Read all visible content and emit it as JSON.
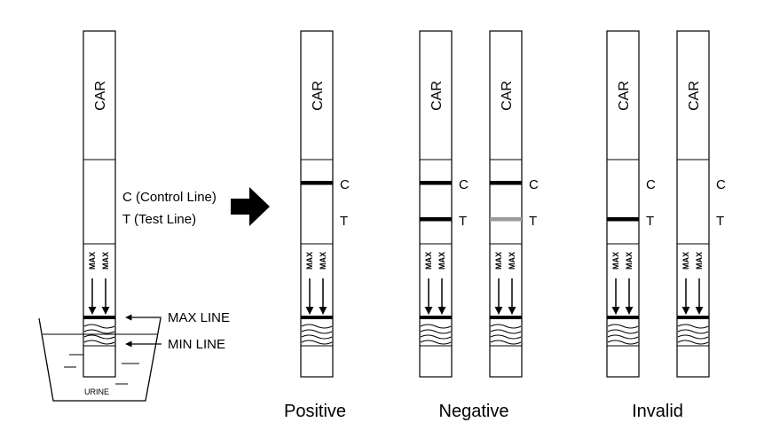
{
  "strip": {
    "brand": "CAR",
    "max_mark": "MAX"
  },
  "labels": {
    "control_line": "C (Control Line)",
    "test_line": "T (Test Line)",
    "max_line": "MAX LINE",
    "min_line": "MIN LINE",
    "urine": "URINE",
    "c": "C",
    "t": "T"
  },
  "results": [
    {
      "caption": "Positive",
      "strips": [
        {
          "control": "#000000",
          "test": null
        }
      ]
    },
    {
      "caption": "Negative",
      "strips": [
        {
          "control": "#000000",
          "test": "#000000"
        },
        {
          "control": "#000000",
          "test": "#9a9a9a"
        }
      ]
    },
    {
      "caption": "Invalid",
      "strips": [
        {
          "control": null,
          "test": "#000000"
        },
        {
          "control": null,
          "test": null
        }
      ]
    }
  ],
  "colors": {
    "line": "#000000",
    "faint_line": "#9a9a9a",
    "background": "#ffffff"
  }
}
